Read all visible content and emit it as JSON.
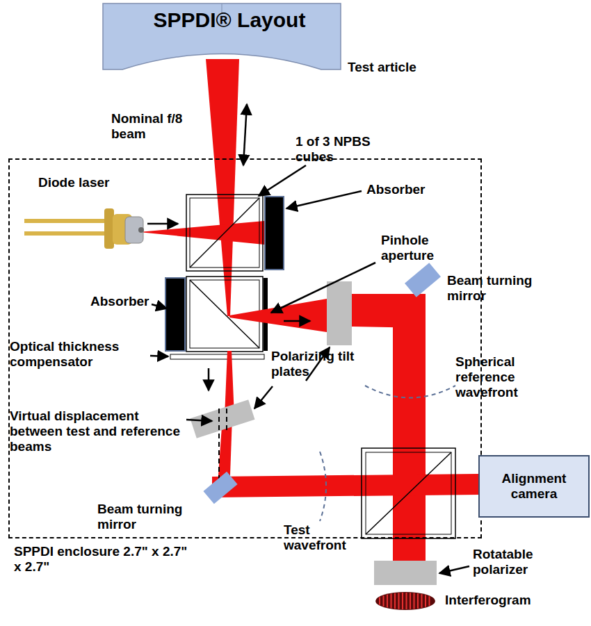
{
  "diagram": {
    "title": "SPPDI® Layout",
    "nodes": [
      {
        "text": [
          "SPPDI enclosure 2.7\" x 2.7\" x 2.7\""
        ]
      },
      {
        "text": [
          "Alignment camera"
        ]
      }
    ],
    "labels": [
      "Test article",
      "Nominal f/8 beam",
      "1 of 3 NPBS cubes",
      "Diode laser",
      "Absorber",
      "Pinhole aperture",
      "Beam turning mirror",
      "Absorber",
      "Optical thickness compensator",
      "Polarizing tilt plates",
      "Spherical reference wavefront",
      "Virtual displacement between test and reference beams",
      "Beam turning mirror",
      "Test wavefront",
      "Rotatable polarizer",
      "Interferogram"
    ]
  }
}
